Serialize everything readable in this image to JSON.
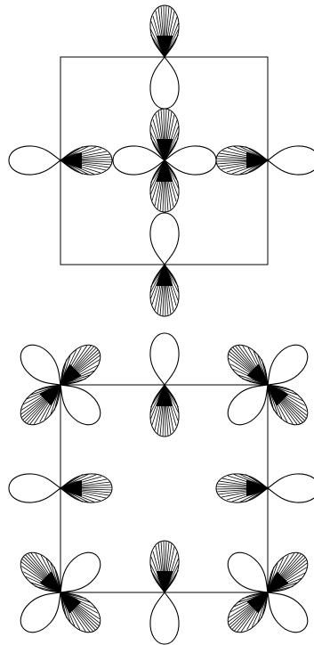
{
  "diagrams": [
    {
      "id": "top",
      "cell": "square",
      "orbitals": [
        {
          "site": "center",
          "type": "d-like",
          "lobes": [
            {
              "dir": "up",
              "phase": "shaded"
            },
            {
              "dir": "down",
              "phase": "shaded"
            },
            {
              "dir": "left",
              "phase": "open"
            },
            {
              "dir": "right",
              "phase": "open"
            }
          ]
        },
        {
          "site": "top-edge",
          "type": "p",
          "lobes": [
            {
              "dir": "up",
              "phase": "shaded"
            },
            {
              "dir": "down",
              "phase": "open"
            }
          ]
        },
        {
          "site": "bottom-edge",
          "type": "p",
          "lobes": [
            {
              "dir": "up",
              "phase": "open"
            },
            {
              "dir": "down",
              "phase": "shaded"
            }
          ]
        },
        {
          "site": "left-edge",
          "type": "p",
          "lobes": [
            {
              "dir": "left",
              "phase": "open"
            },
            {
              "dir": "right",
              "phase": "shaded"
            }
          ]
        },
        {
          "site": "right-edge",
          "type": "p",
          "lobes": [
            {
              "dir": "left",
              "phase": "shaded"
            },
            {
              "dir": "right",
              "phase": "open"
            }
          ]
        }
      ]
    },
    {
      "id": "bottom",
      "cell": "square",
      "orbitals": [
        {
          "site": "corner-top-left",
          "type": "d-diagonal",
          "lobes": [
            {
              "dir": "up-right",
              "phase": "shaded"
            },
            {
              "dir": "down-left",
              "phase": "shaded"
            },
            {
              "dir": "up-left",
              "phase": "open"
            },
            {
              "dir": "down-right",
              "phase": "open"
            }
          ]
        },
        {
          "site": "corner-top-right",
          "type": "d-diagonal",
          "lobes": [
            {
              "dir": "up-left",
              "phase": "shaded"
            },
            {
              "dir": "down-right",
              "phase": "shaded"
            },
            {
              "dir": "up-right",
              "phase": "open"
            },
            {
              "dir": "down-left",
              "phase": "open"
            }
          ]
        },
        {
          "site": "corner-bottom-left",
          "type": "d-diagonal",
          "lobes": [
            {
              "dir": "up-left",
              "phase": "shaded"
            },
            {
              "dir": "down-right",
              "phase": "shaded"
            },
            {
              "dir": "up-right",
              "phase": "open"
            },
            {
              "dir": "down-left",
              "phase": "open"
            }
          ]
        },
        {
          "site": "corner-bottom-right",
          "type": "d-diagonal",
          "lobes": [
            {
              "dir": "up-right",
              "phase": "shaded"
            },
            {
              "dir": "down-left",
              "phase": "shaded"
            },
            {
              "dir": "up-left",
              "phase": "open"
            },
            {
              "dir": "down-right",
              "phase": "open"
            }
          ]
        },
        {
          "site": "top-edge",
          "type": "p",
          "lobes": [
            {
              "dir": "up",
              "phase": "open"
            },
            {
              "dir": "down",
              "phase": "shaded"
            }
          ]
        },
        {
          "site": "bottom-edge",
          "type": "p",
          "lobes": [
            {
              "dir": "up",
              "phase": "shaded"
            },
            {
              "dir": "down",
              "phase": "open"
            }
          ]
        },
        {
          "site": "left-edge",
          "type": "p",
          "lobes": [
            {
              "dir": "left",
              "phase": "open"
            },
            {
              "dir": "right",
              "phase": "shaded"
            }
          ]
        },
        {
          "site": "right-edge",
          "type": "p",
          "lobes": [
            {
              "dir": "left",
              "phase": "shaded"
            },
            {
              "dir": "right",
              "phase": "open"
            }
          ]
        }
      ]
    }
  ],
  "colors": {
    "line": "#000000",
    "background": "#ffffff"
  }
}
